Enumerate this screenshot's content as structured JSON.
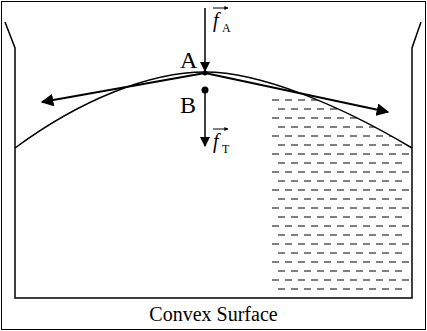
{
  "diagram": {
    "caption": "Convex Surface",
    "labels": [
      "A",
      "B",
      "f",
      "A",
      "f",
      "T"
    ]
  }
}
